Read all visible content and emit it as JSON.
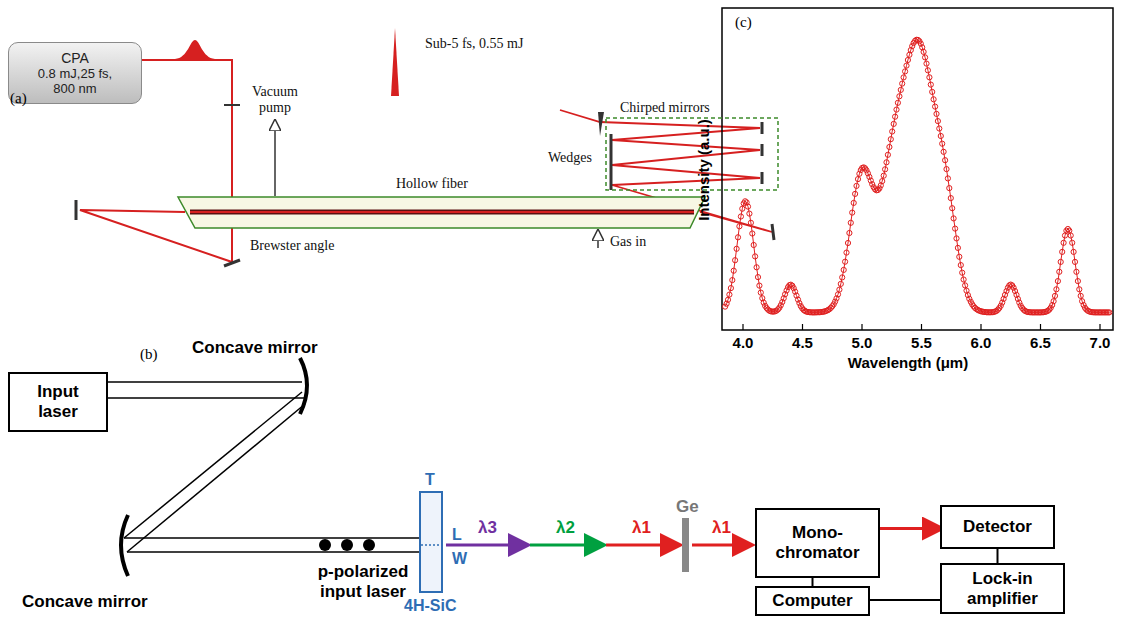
{
  "diagram": {
    "nodes": [
      {
        "text": [
          "CPA",
          "0.8 mJ,25 fs, 800 nm"
        ]
      },
      {
        "text": [
          "Hollow fiber"
        ]
      },
      {
        "text": [
          "Chirped mirrors"
        ]
      },
      {
        "text": [
          "Input laser"
        ]
      },
      {
        "text": [
          "T",
          "L",
          "W",
          "4H-SiC"
        ]
      },
      {
        "text": [
          "Mono- chromator"
        ]
      },
      {
        "text": [
          "Detector"
        ]
      },
      {
        "text": [
          "Computer"
        ]
      },
      {
        "text": [
          "Lock-in amplifier"
        ]
      }
    ],
    "edges": [
      {
        "from": 5,
        "to": 6,
        "arrow": "to"
      },
      {
        "from": 5,
        "to": 7,
        "arrow": "none"
      },
      {
        "from": 7,
        "to": 8,
        "arrow": "none"
      },
      {
        "from": 6,
        "to": 8,
        "arrow": "none"
      }
    ],
    "labels": [
      "(a)",
      "Sub-5 fs, 0.55 mJ",
      "Vacuum pump",
      "Brewster angle",
      "Gas in",
      "Wedges",
      "(c)",
      "Intensity (a.u.)",
      "Wavelength (μm)",
      "4.0",
      "4.5",
      "5.0",
      "5.5",
      "6.0",
      "6.5",
      "7.0",
      "(b)",
      "Concave mirror",
      "Concave mirror",
      "p-polarized input laser",
      "λ3",
      "λ2",
      "λ1",
      "Ge",
      "λ1"
    ]
  }
}
